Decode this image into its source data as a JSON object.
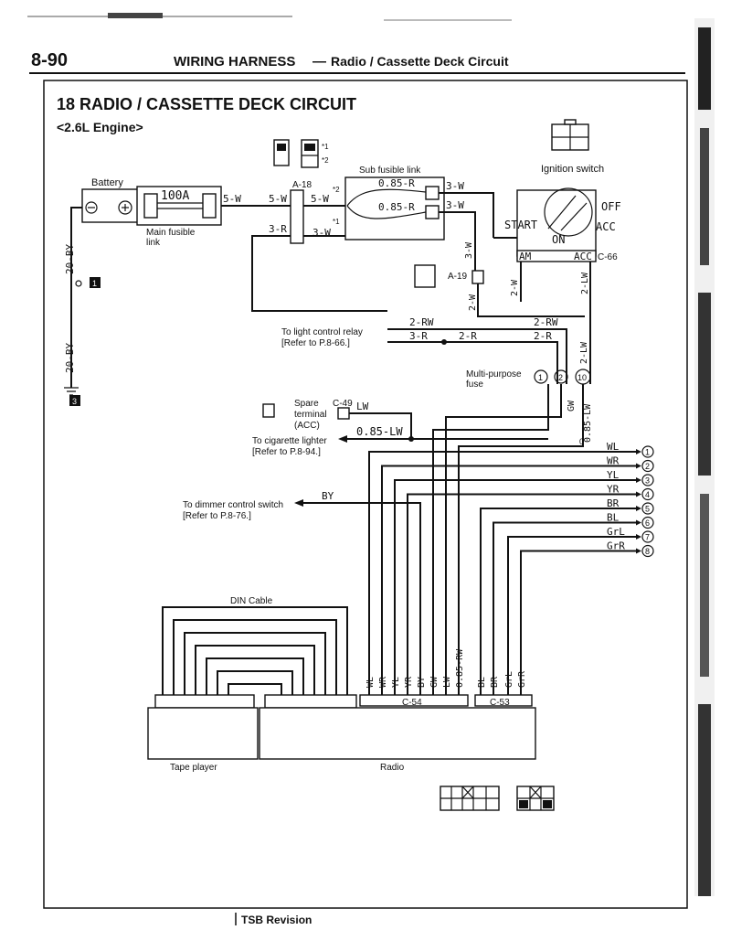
{
  "header": {
    "page_number": "8-90",
    "section": "WIRING HARNESS",
    "dash": "—",
    "subject": "Radio / Cassette Deck Circuit"
  },
  "diagram": {
    "title": "18 RADIO / CASSETTE DECK CIRCUIT",
    "engine": "<2.6L Engine>",
    "battery": "Battery",
    "main_fusible_value": "100A",
    "main_fusible_label_1": "Main fusible",
    "main_fusible_label_2": "link",
    "sub_fusible_label": "Sub fusible link",
    "ignition_switch": "Ignition switch",
    "ign_off": "OFF",
    "ign_acc": "ACC",
    "ign_start": "START",
    "ign_on": "ON",
    "ign_am": "AM",
    "ign_acc_term": "ACC",
    "c66": "C-66",
    "a18": "A-18",
    "a19": "A-19",
    "c49": "C-49",
    "c54": "C-54",
    "c53": "C-53",
    "note_1": "*1",
    "note_2": "*2",
    "ground_1": "1",
    "ground_3": "3",
    "light_relay_1": "To light control relay",
    "light_relay_2": "[Refer to P.8-66.]",
    "multi_fuse_1": "Multi-purpose",
    "multi_fuse_2": "fuse",
    "fuse_1": "1",
    "fuse_2": "2",
    "fuse_10": "10",
    "spare_1": "Spare",
    "spare_2": "terminal",
    "spare_3": "(ACC)",
    "cig_1": "To cigarette lighter",
    "cig_2": "[Refer to P.8-94.]",
    "dimmer_1": "To dimmer control switch",
    "dimmer_2": "[Refer to P.8-76.]",
    "din_cable": "DIN Cable",
    "tape_player": "Tape player",
    "radio": "Radio",
    "tsb": "TSB Revision",
    "wires": {
      "w_5w_a": "5-W",
      "w_5w_b": "5-W",
      "w_5w_c": "5-W",
      "w_3r_a": "3-R",
      "w_3w_star": "3-W",
      "w_085r_a": "0.85-R",
      "w_085r_b": "0.85-R",
      "w_3w_a": "3-W",
      "w_3w_b": "3-W",
      "w_3w_v": "3-W",
      "w_2w_a": "2-W",
      "w_2w_b": "2-W",
      "w_2lw": "2-LW",
      "w_2rw_a": "2-RW",
      "w_2rw_b": "2-RW",
      "w_3r_b": "3-R",
      "w_2r_a": "2-R",
      "w_2r_b": "2-R",
      "w_2lw_b": "2-LW",
      "w_gw": "GW",
      "w_085lw_v": "0.85-LW",
      "w_lw": "LW",
      "w_085lw": "0.85-LW",
      "w_20by_a": "20-BY",
      "w_20by_b": "20-BY",
      "w_by": "BY",
      "w_0": "0"
    },
    "speaker_wires": [
      "WL",
      "WR",
      "YL",
      "YR",
      "BR",
      "BL",
      "GrL",
      "GrR"
    ],
    "speaker_numbers": [
      "1",
      "2",
      "3",
      "4",
      "5",
      "6",
      "7",
      "8"
    ],
    "c54_wires": [
      "WL",
      "WR",
      "YL",
      "YR",
      "BY",
      "GW",
      "LW",
      "0.85-RW"
    ],
    "c53_wires": [
      "BL",
      "BR",
      "GrL",
      "GrR"
    ]
  }
}
